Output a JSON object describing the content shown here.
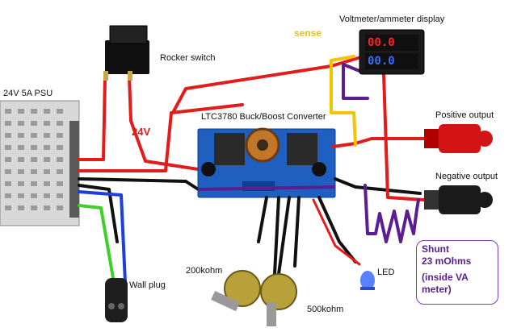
{
  "labels": {
    "psu": "24V 5A PSU",
    "rocker": "Rocker switch",
    "voltage": "24V",
    "converter": "LTC3780 Buck/Boost Converter",
    "display": "Voltmeter/ammeter display",
    "sense": "sense",
    "positive": "Positive output",
    "negative": "Negative output",
    "wall_plug": "Wall plug",
    "pot1": "200kohm",
    "pot2": "500kohm",
    "led": "LED"
  },
  "shunt": {
    "line1": "Shunt",
    "line2": "23 mOhms",
    "line3": "(inside VA",
    "line4": "meter)"
  },
  "display_readings": {
    "voltage": "00.0",
    "current": "00.0"
  },
  "colors": {
    "red_wire": "#e21b1b",
    "black_wire": "#111111",
    "blue_wire": "#1f3fd6",
    "green_wire": "#3ecf2a",
    "yellow_wire": "#f5c400",
    "purple_wire": "#5a1e8f",
    "board_blue": "#1f5fbf"
  }
}
